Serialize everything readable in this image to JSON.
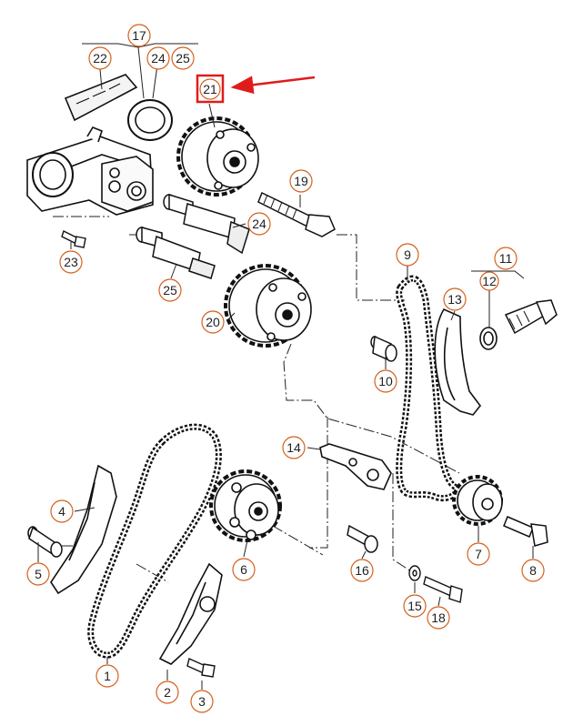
{
  "colors": {
    "callout_circle": "#d4601c",
    "highlight": "#e01b1b",
    "line_art": "#111111"
  },
  "callouts": [
    {
      "id": "1",
      "text": "1"
    },
    {
      "id": "2",
      "text": "2"
    },
    {
      "id": "3",
      "text": "3"
    },
    {
      "id": "4",
      "text": "4"
    },
    {
      "id": "5",
      "text": "5"
    },
    {
      "id": "6",
      "text": "6"
    },
    {
      "id": "7",
      "text": "7"
    },
    {
      "id": "8",
      "text": "8"
    },
    {
      "id": "9",
      "text": "9"
    },
    {
      "id": "10",
      "text": "10"
    },
    {
      "id": "11",
      "text": "11"
    },
    {
      "id": "12",
      "text": "12"
    },
    {
      "id": "13",
      "text": "13"
    },
    {
      "id": "14",
      "text": "14"
    },
    {
      "id": "15",
      "text": "15"
    },
    {
      "id": "16",
      "text": "16"
    },
    {
      "id": "17",
      "text": "17"
    },
    {
      "id": "18",
      "text": "18"
    },
    {
      "id": "19",
      "text": "19"
    },
    {
      "id": "20",
      "text": "20"
    },
    {
      "id": "21",
      "text": "21"
    },
    {
      "id": "22",
      "text": "22"
    },
    {
      "id": "23",
      "text": "23"
    },
    {
      "id": "24",
      "text": "24"
    },
    {
      "id": "24b",
      "text": "24"
    },
    {
      "id": "25",
      "text": "25"
    },
    {
      "id": "25b",
      "text": "25"
    }
  ],
  "highlighted_callout": "21"
}
